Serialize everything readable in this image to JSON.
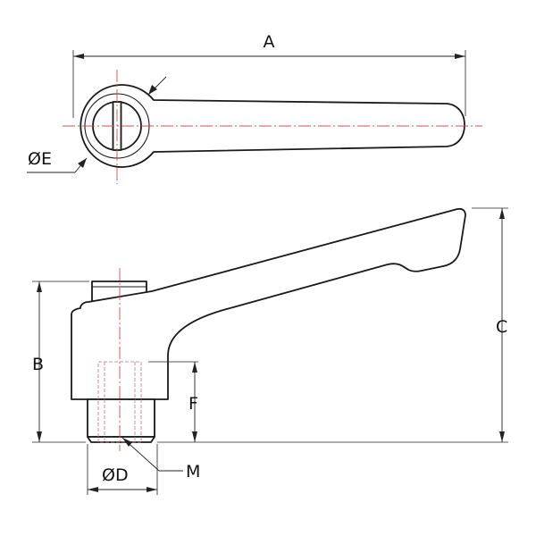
{
  "labels": {
    "a": "A",
    "b": "B",
    "c": "C",
    "d": "ØD",
    "e": "ØE",
    "f": "F",
    "m": "M"
  }
}
